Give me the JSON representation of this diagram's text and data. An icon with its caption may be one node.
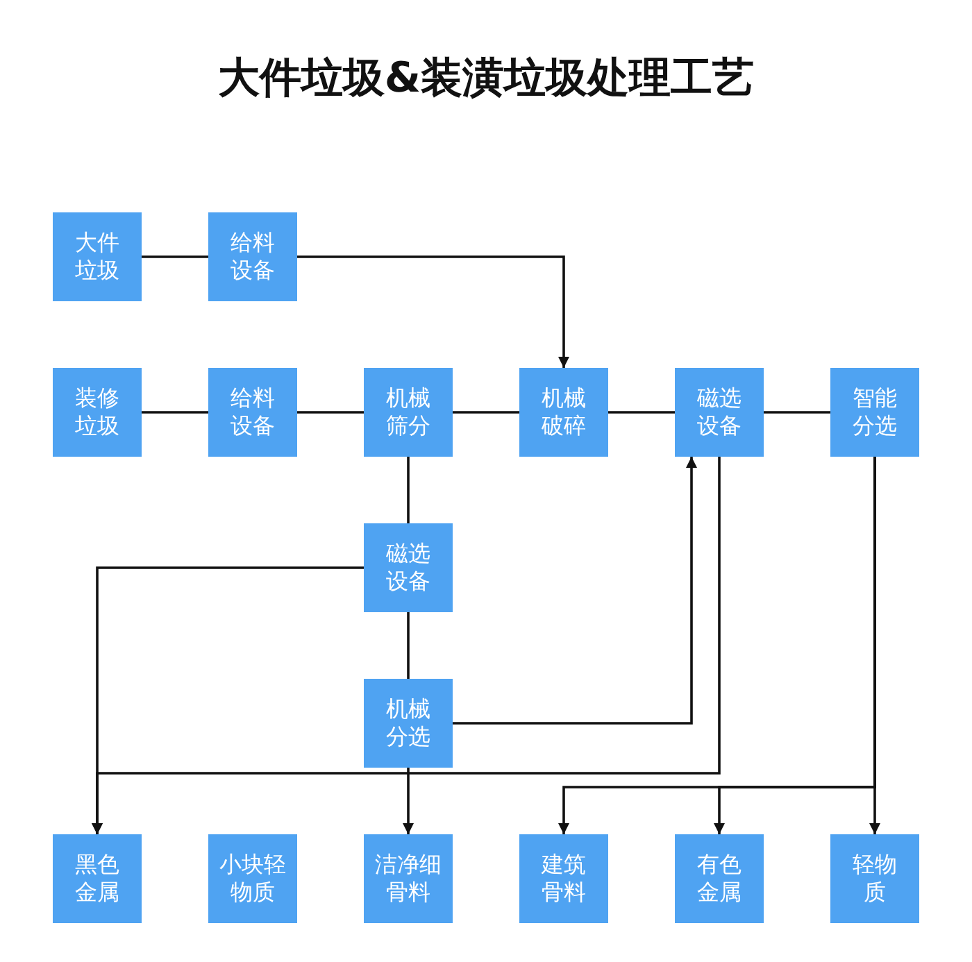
{
  "diagram": {
    "title": "大件垃圾&装潢垃圾处理工艺",
    "nodes": [
      {
        "text": [
          "大件垃圾"
        ]
      },
      {
        "text": [
          "给料设备"
        ]
      },
      {
        "text": [
          "装修垃圾"
        ]
      },
      {
        "text": [
          "给料设备"
        ]
      },
      {
        "text": [
          "机械筛分"
        ]
      },
      {
        "text": [
          "机械破碎"
        ]
      },
      {
        "text": [
          "磁选设备"
        ]
      },
      {
        "text": [
          "智能分选"
        ]
      },
      {
        "text": [
          "磁选设备"
        ]
      },
      {
        "text": [
          "机械分选"
        ]
      },
      {
        "text": [
          "黑色金属"
        ]
      },
      {
        "text": [
          "小块轻物质"
        ]
      },
      {
        "text": [
          "洁净细骨料"
        ]
      },
      {
        "text": [
          "建筑骨料"
        ]
      },
      {
        "text": [
          "有色金属"
        ]
      },
      {
        "text": [
          "轻物质"
        ]
      }
    ],
    "edges": [
      {
        "from": 0,
        "to": 1,
        "arrow": "none"
      },
      {
        "from": 1,
        "to": 5,
        "arrow": "to"
      },
      {
        "from": 2,
        "to": 3,
        "arrow": "none"
      },
      {
        "from": 3,
        "to": 4,
        "arrow": "none"
      },
      {
        "from": 4,
        "to": 5,
        "arrow": "none"
      },
      {
        "from": 5,
        "to": 6,
        "arrow": "none"
      },
      {
        "from": 6,
        "to": 7,
        "arrow": "none"
      },
      {
        "from": 4,
        "to": 8,
        "arrow": "none"
      },
      {
        "from": 8,
        "to": 10,
        "arrow": "to"
      },
      {
        "from": 8,
        "to": 9,
        "arrow": "none"
      },
      {
        "from": 9,
        "to": 6,
        "arrow": "to"
      },
      {
        "from": 9,
        "to": 12,
        "arrow": "to"
      },
      {
        "from": 6,
        "to": 10,
        "arrow": "to"
      },
      {
        "from": 7,
        "to": 13,
        "arrow": "to"
      },
      {
        "from": 7,
        "to": 14,
        "arrow": "to"
      },
      {
        "from": 7,
        "to": 15,
        "arrow": "to"
      }
    ]
  }
}
